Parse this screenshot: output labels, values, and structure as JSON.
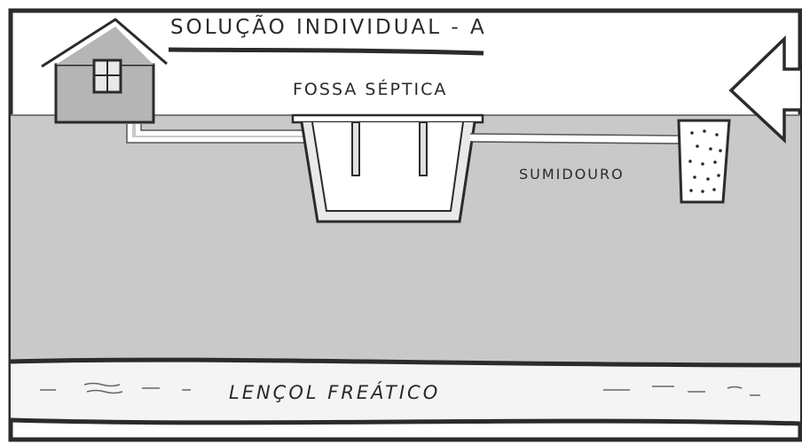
{
  "title": "SOLUÇÃO INDIVIDUAL - A",
  "labels": {
    "septic_tank": "FOSSA SÉPTICA",
    "sink_pit": "SUMIDOURO",
    "water_table": "LENÇOL FREÁTICO"
  },
  "colors": {
    "ground": "#c9c9c9",
    "sky": "#ffffff",
    "line": "#2b2b2b",
    "house": "#b5b5b5"
  }
}
